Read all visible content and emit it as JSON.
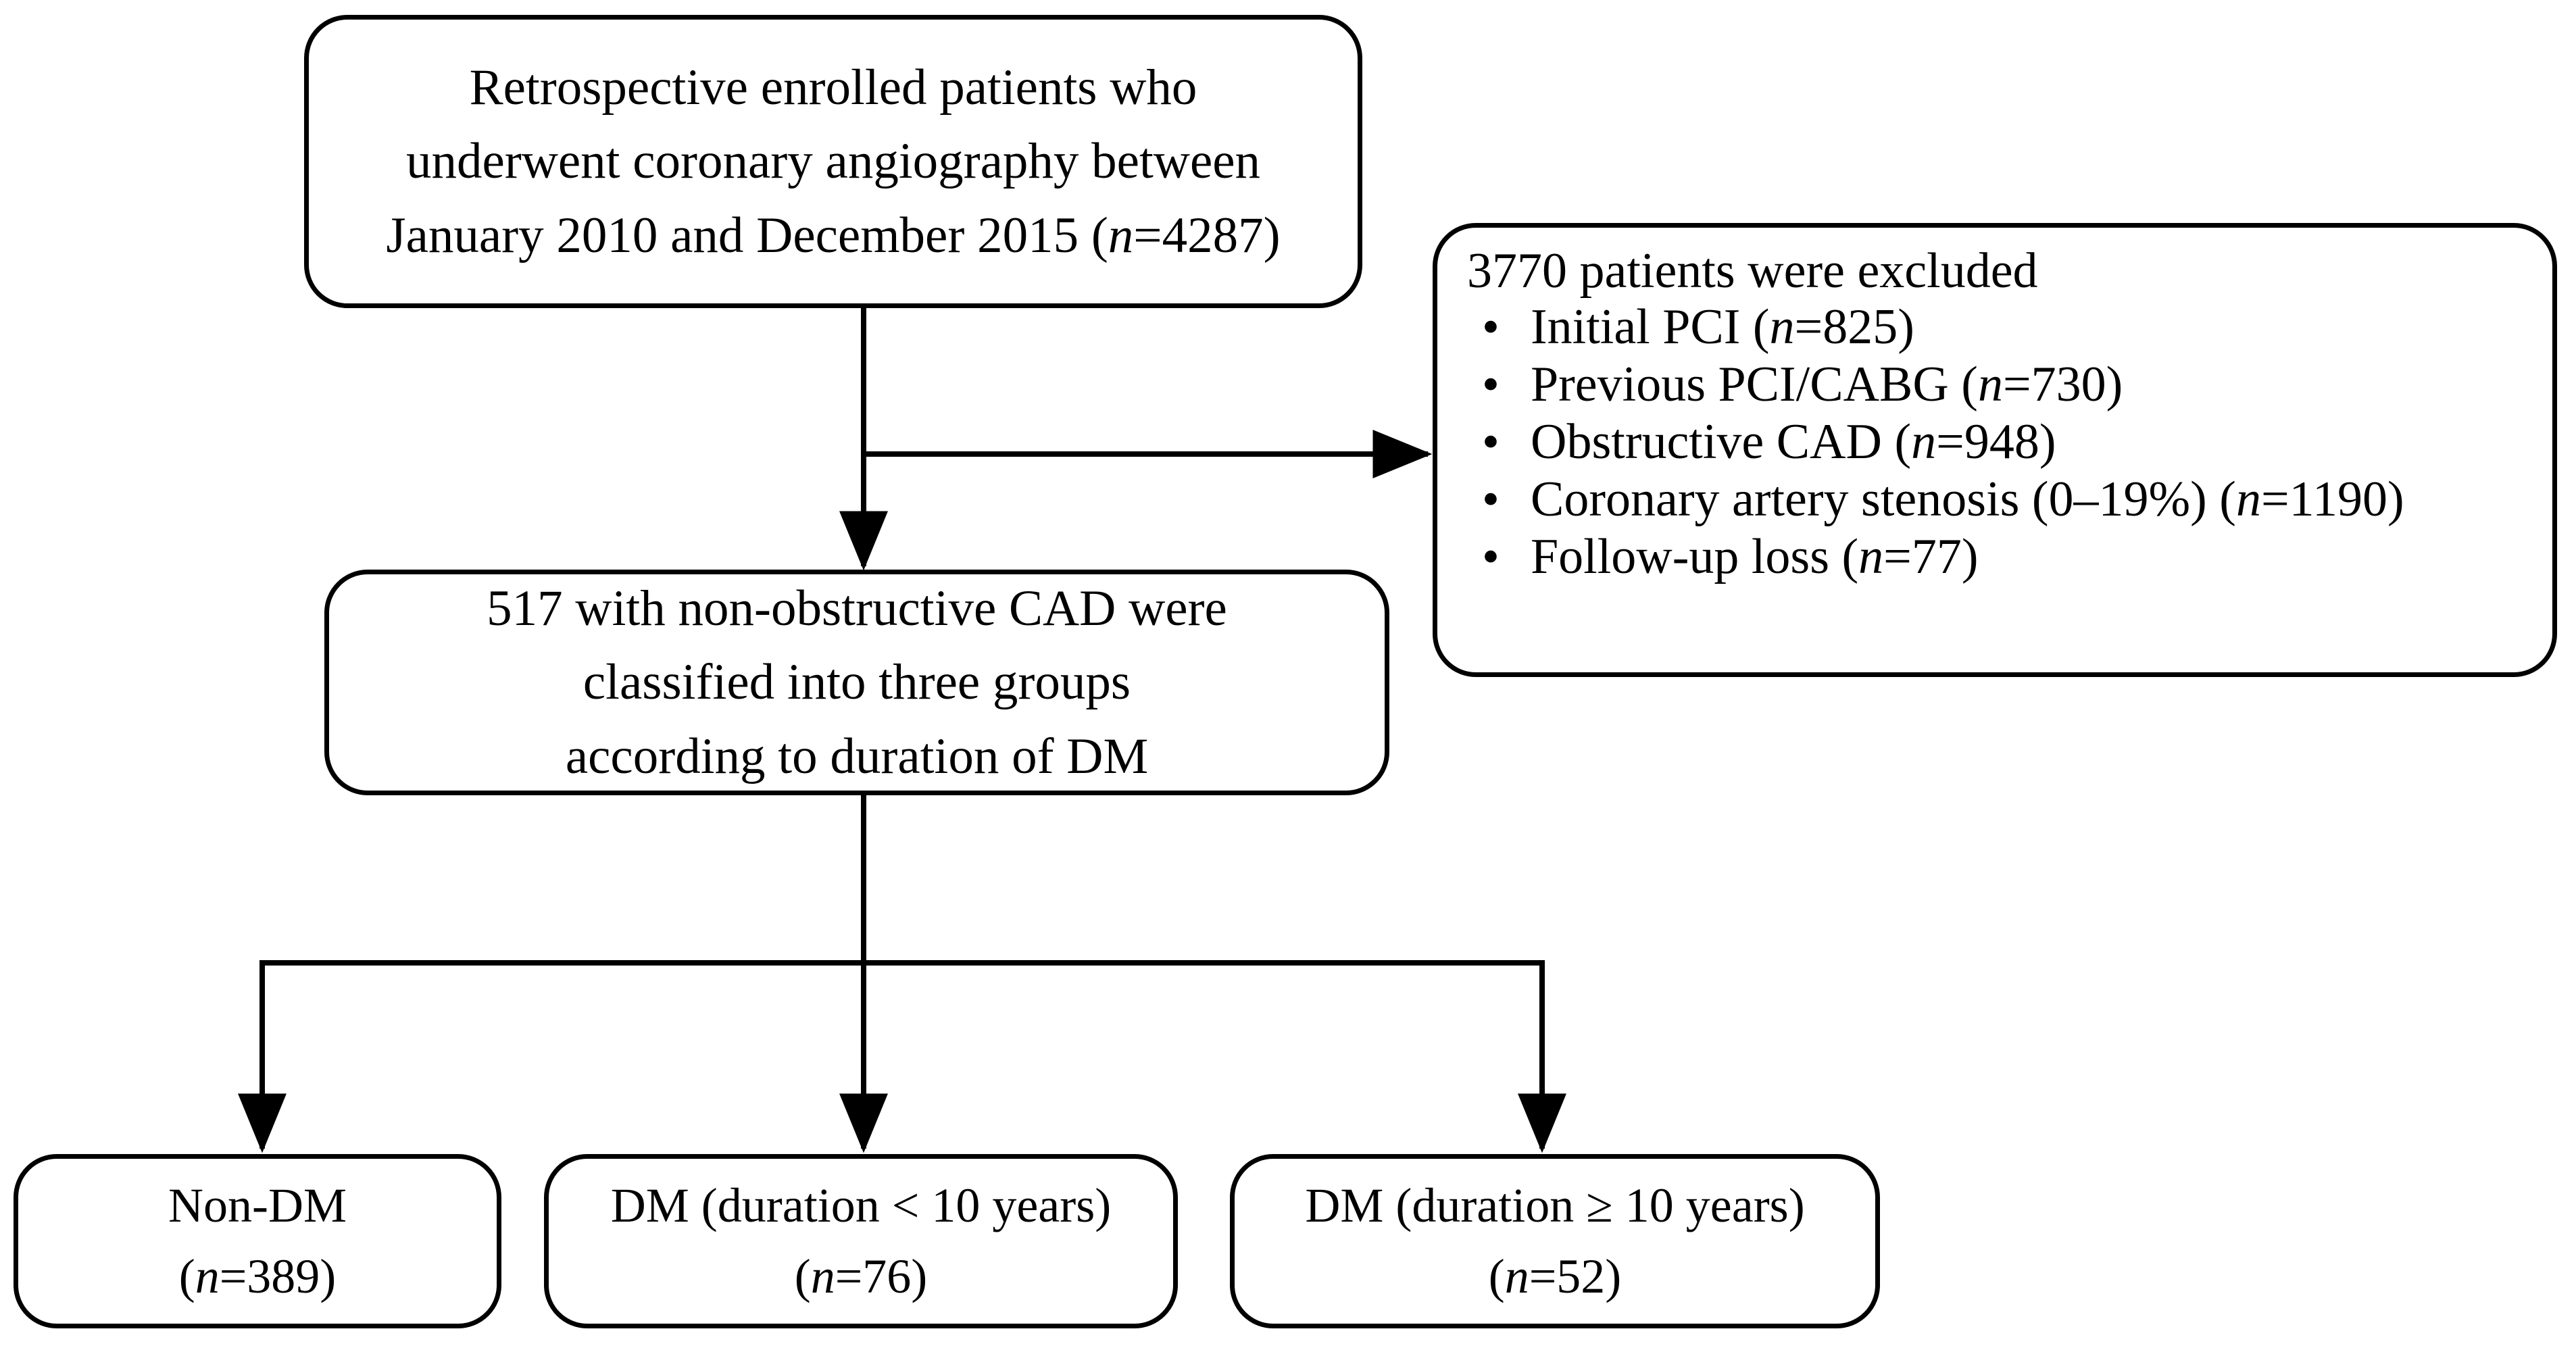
{
  "diagram": {
    "type": "patient-flow-chart",
    "enrolled": {
      "lines": [
        "Retrospective enrolled patients who",
        "underwent coronary angiography between",
        "January 2010 and December 2015 (n=4287)"
      ],
      "n": 4287
    },
    "excluded": {
      "heading": "3770 patients were excluded",
      "total": 3770,
      "bullet_glyph": "•",
      "items": [
        {
          "label": "Initial PCI (n=825)",
          "n": 825
        },
        {
          "label": "Previous PCI/CABG (n=730)",
          "n": 730
        },
        {
          "label": "Obstructive CAD (n=948)",
          "n": 948
        },
        {
          "label": "Coronary artery stenosis (0–19%) (n=1190)",
          "n": 1190
        },
        {
          "label": "Follow-up loss (n=77)",
          "n": 77
        }
      ]
    },
    "classified": {
      "lines": [
        "517 with non-obstructive CAD were",
        "classified into three groups",
        "according to duration of DM"
      ],
      "n": 517
    },
    "groups": [
      {
        "title": "Non-DM",
        "count": "(n=389)",
        "n": 389
      },
      {
        "title": "DM (duration < 10 years)",
        "count": "(n=76)",
        "n": 76
      },
      {
        "title": "DM (duration ≥ 10 years)",
        "count": "(n=52)",
        "n": 52
      }
    ],
    "colors": {
      "stroke": "#000000",
      "background": "#ffffff",
      "text": "#000000"
    }
  }
}
